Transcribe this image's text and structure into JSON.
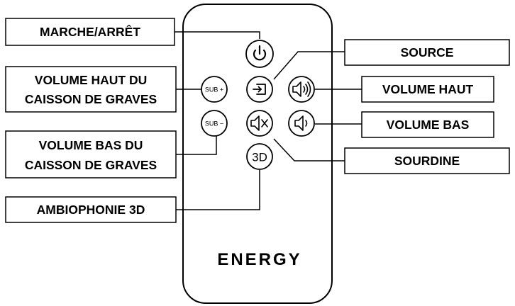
{
  "labels": {
    "power": "MARCHE/ARRÊT",
    "sub_up_line1": "VOLUME HAUT DU",
    "sub_up_line2": "CAISSON DE GRAVES",
    "sub_down_line1": "VOLUME BAS DU",
    "sub_down_line2": "CAISSON DE GRAVES",
    "surround": "AMBIOPHONIE 3D",
    "source": "SOURCE",
    "vol_up": "VOLUME HAUT",
    "vol_down": "VOLUME BAS",
    "mute": "SOURDINE"
  },
  "buttons": {
    "sub_plus": "SUB +",
    "sub_minus": "SUB −",
    "three_d": "3D"
  },
  "brand": {
    "logo": "ENERGY"
  },
  "icons": [
    "power-icon",
    "source-input-icon",
    "speaker-loud-icon",
    "speaker-low-icon",
    "speaker-mute-icon"
  ]
}
